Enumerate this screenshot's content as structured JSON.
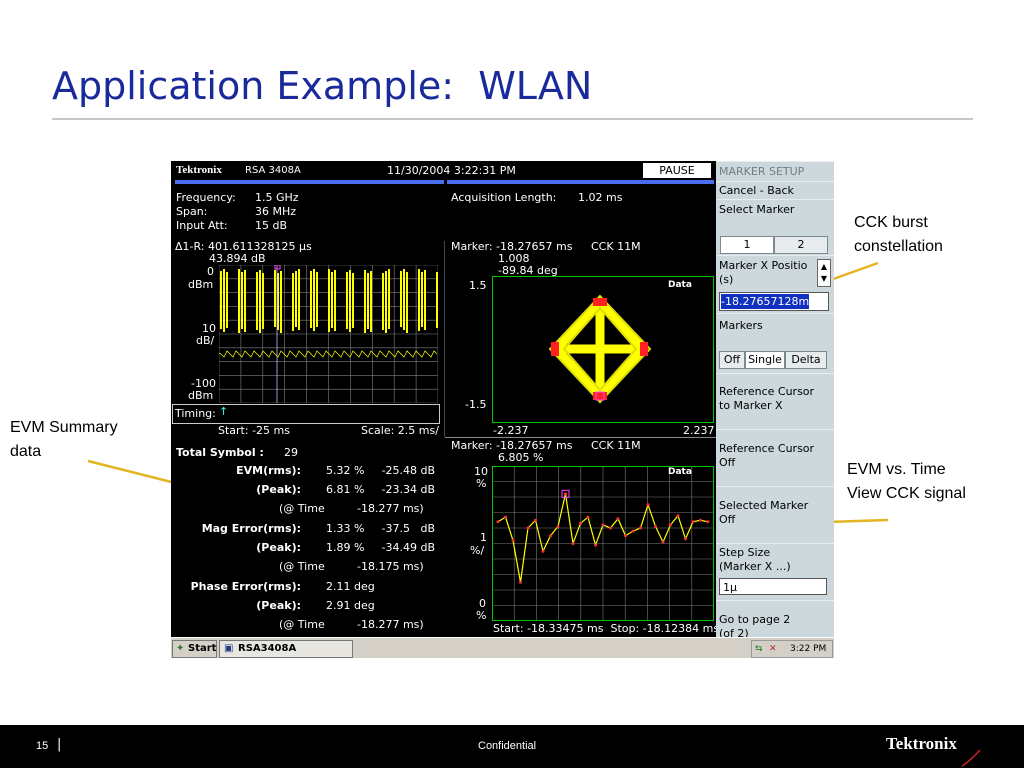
{
  "slide": {
    "title": "Application Example:  WLAN",
    "page_number": "15",
    "footer_center": "Confidential",
    "footer_logo": "Tektronix",
    "brand_color": "#1a2a9a"
  },
  "callouts": {
    "cck_burst": "CCK burst\nconstellation",
    "evm_summary": "EVM Summary\ndata",
    "evm_time": "EVM vs. Time\nView CCK signal"
  },
  "screen": {
    "header": {
      "brand": "Tektronix",
      "model": "RSA 3408A",
      "datetime": "11/30/2004 3:22:31 PM",
      "pause": "PAUSE"
    },
    "settings": {
      "frequency_label": "Frequency:",
      "frequency_value": "1.5 GHz",
      "span_label": "Span:",
      "span_value": "36 MHz",
      "input_att_label": "Input Att:",
      "input_att_value": "15 dB",
      "acq_label": "Acquisition Length:",
      "acq_value": "1.02 ms"
    },
    "spectrum": {
      "delta_line1": "Δ1-R: 401.611328125 µs",
      "delta_line2": "43.894 dB",
      "y_top": "0",
      "y_top_unit": "dBm",
      "y_mid": "10",
      "y_mid_unit": "dB/",
      "y_bot": "-100",
      "y_bot_unit": "dBm",
      "timing": "Timing:",
      "start": "Start: -25 ms",
      "scale": "Scale: 2.5 ms/"
    },
    "constellation": {
      "marker_line1": "Marker: -18.27657 ms",
      "mode": "CCK 11M",
      "marker_line2": "1.008",
      "marker_line3": "-89.84 deg",
      "y_top": "1.5",
      "y_bot": "-1.5",
      "x_left": "-2.237",
      "x_right": "2.237",
      "data_label": "Data"
    },
    "summary": {
      "total_symbol_label": "Total Symbol :",
      "total_symbol_value": "29",
      "rows": [
        {
          "label": "EVM(rms):",
          "v1": "5.32 %",
          "v2": "-25.48 dB"
        },
        {
          "label": "(Peak):",
          "v1": "6.81 %",
          "v2": "-23.34 dB"
        },
        {
          "label": "(@ Time",
          "v1": "",
          "v2": "-18.277 ms)"
        },
        {
          "label": "Mag Error(rms):",
          "v1": "1.33 %",
          "v2": "-37.5   dB"
        },
        {
          "label": "(Peak):",
          "v1": "1.89 %",
          "v2": "-34.49 dB"
        },
        {
          "label": "(@ Time",
          "v1": "",
          "v2": "-18.175 ms)"
        },
        {
          "label": "Phase Error(rms):",
          "v1": "2.11 deg",
          "v2": ""
        },
        {
          "label": "(Peak):",
          "v1": "2.91 deg",
          "v2": ""
        },
        {
          "label": "(@ Time",
          "v1": "",
          "v2": "-18.277 ms)"
        }
      ]
    },
    "evm_time": {
      "marker_line1": "Marker: -18.27657 ms",
      "mode": "CCK 11M",
      "marker_line2": "6.805 %",
      "y_top": "10",
      "y_top_unit": "%",
      "y_mid": "1",
      "y_mid_unit": "%/",
      "y_bot": "0",
      "y_bot_unit": "%",
      "data_label": "Data",
      "start_stop": "Start: -18.33475 ms  Stop: -18.12384 ms"
    },
    "sidebar": {
      "title": "MARKER SETUP",
      "cancel": "Cancel - Back",
      "select_marker": "Select Marker",
      "marker_1": "1",
      "marker_2": "2",
      "marker_x_pos": "Marker X Positio",
      "marker_x_unit": "(s)",
      "marker_x_value": "-18.27657128m",
      "markers": "Markers",
      "off": "Off",
      "single": "Single",
      "delta": "Delta",
      "ref_cursor_1": "Reference Cursor",
      "ref_cursor_2": "to Marker X",
      "ref_off_1": "Reference Cursor",
      "ref_off_2": "Off",
      "sel_marker_1": "Selected Marker",
      "sel_marker_2": "Off",
      "step_1": "Step Size",
      "step_2": "(Marker X ...)",
      "step_value": "1µ",
      "goto_1": "Go to page 2",
      "goto_2": "(of 2)"
    },
    "taskbar": {
      "start": "Start",
      "task": "RSA3408A",
      "clock": "3:22 PM"
    }
  },
  "chart_data": {
    "type": "line",
    "x": [
      0,
      1,
      2,
      3,
      4,
      5,
      6,
      7,
      8,
      9,
      10,
      11,
      12,
      13,
      14,
      15,
      16,
      17,
      18,
      19,
      20,
      21,
      22,
      23,
      24,
      25,
      26,
      27,
      28
    ],
    "values": [
      6.4,
      6.7,
      5.2,
      2.5,
      6.0,
      6.5,
      4.5,
      5.5,
      6.1,
      8.2,
      5.0,
      6.3,
      6.7,
      4.9,
      6.2,
      6.0,
      6.6,
      5.5,
      5.8,
      6.0,
      7.5,
      6.1,
      5.1,
      6.2,
      6.8,
      5.3,
      6.4,
      6.5,
      6.4
    ],
    "ylim": [
      0,
      10
    ],
    "series_color": "#ffff00"
  }
}
